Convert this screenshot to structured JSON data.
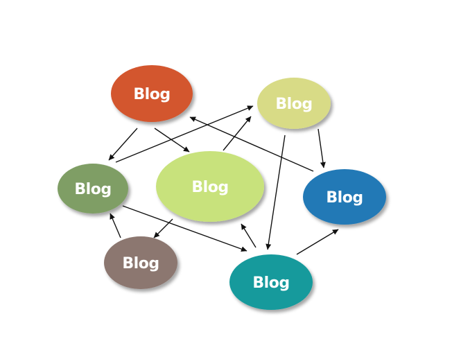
{
  "nodes": [
    {
      "id": "orange",
      "label": "Blog",
      "color": "#d3562f"
    },
    {
      "id": "yellow",
      "label": "Blog",
      "color": "#d8db86"
    },
    {
      "id": "green-small",
      "label": "Blog",
      "color": "#7f9e65"
    },
    {
      "id": "lime-center",
      "label": "Blog",
      "color": "#c8e27c"
    },
    {
      "id": "blue",
      "label": "Blog",
      "color": "#2379b6"
    },
    {
      "id": "taupe",
      "label": "Blog",
      "color": "#8c7770"
    },
    {
      "id": "teal",
      "label": "Blog",
      "color": "#149a9c"
    }
  ],
  "edges": [
    {
      "from": "orange",
      "to": "green-small"
    },
    {
      "from": "orange",
      "to": "lime-center"
    },
    {
      "from": "green-small",
      "to": "yellow"
    },
    {
      "from": "lime-center",
      "to": "yellow"
    },
    {
      "from": "blue",
      "to": "orange"
    },
    {
      "from": "yellow",
      "to": "blue"
    },
    {
      "from": "yellow",
      "to": "teal"
    },
    {
      "from": "green-small",
      "to": "teal"
    },
    {
      "from": "lime-center",
      "to": "taupe"
    },
    {
      "from": "taupe",
      "to": "green-small"
    },
    {
      "from": "teal",
      "to": "lime-center"
    },
    {
      "from": "teal",
      "to": "blue"
    }
  ]
}
